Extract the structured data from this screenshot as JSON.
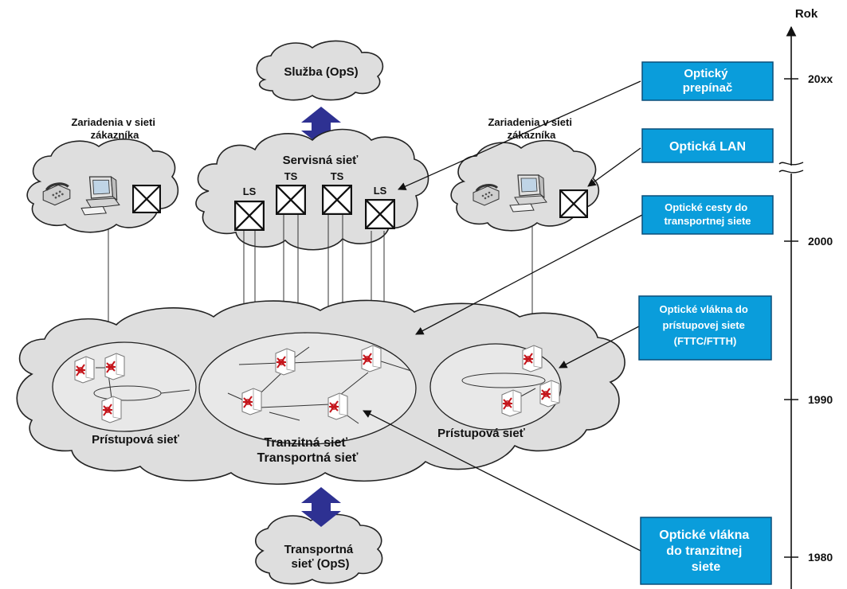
{
  "top_cloud": "Služba (OpS)",
  "bottom_cloud": [
    "Transportná",
    "sieť (OpS)"
  ],
  "service_net": {
    "title": "Servisná sieť",
    "switch_labels": [
      "LS",
      "TS",
      "TS",
      "LS"
    ]
  },
  "customer_left": [
    "Zariadenia v sieti",
    "zákazníka"
  ],
  "customer_right": [
    "Zariadenia v sieti",
    "zákazníka"
  ],
  "access_left": "Prístupová sieť",
  "access_right": "Prístupová sieť",
  "transit": [
    "Tranzitná sieť",
    "Transportná sieť"
  ],
  "timeline": {
    "title": "Rok",
    "years": [
      "20xx",
      "2000",
      "1990",
      "1980"
    ]
  },
  "tech_boxes": [
    [
      "Optický",
      "prepínač"
    ],
    [
      "Optická LAN"
    ],
    [
      "Optické cesty do",
      "transportnej siete"
    ],
    [
      "Optické vlákna do",
      "prístupovej siete",
      "(FTTC/FTTH)"
    ],
    [
      "Optické vlákna",
      "do tranzitnej",
      "siete"
    ]
  ],
  "colors": {
    "box_fill": "#0a9ddb",
    "arrow": "#2e3192",
    "cloud": "#dedede",
    "switch_red": "#c4161c"
  },
  "icons": [
    "telephone-icon",
    "computer-icon",
    "optical-switch-icon",
    "cross-connect-icon"
  ]
}
